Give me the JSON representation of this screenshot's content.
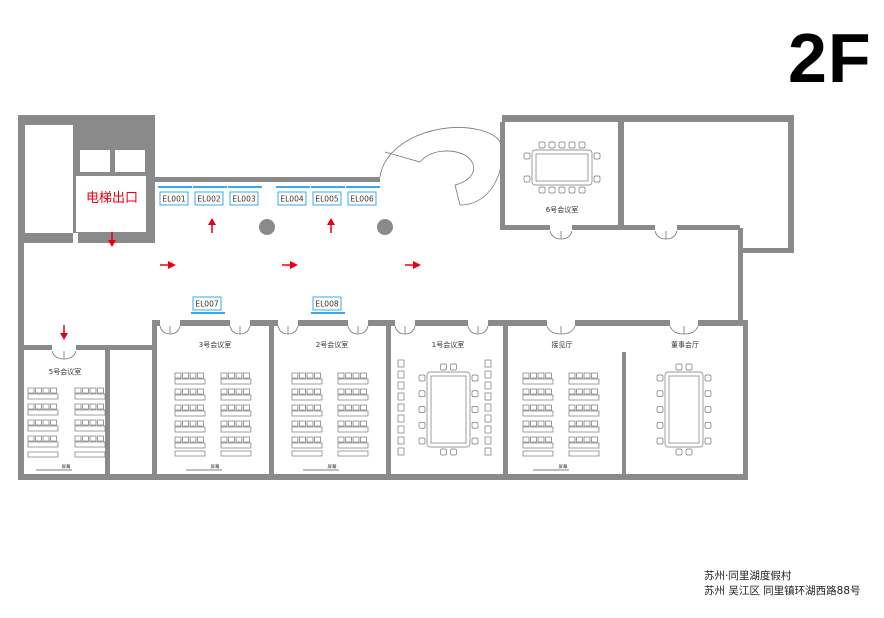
{
  "floor": "2F",
  "elevator_exit": "电梯出口",
  "rooms": {
    "r5": "5号会议室",
    "r3": "3号会议室",
    "r2": "2号会议室",
    "r1": "1号会议室",
    "reception": "接见厅",
    "board": "董事会厅",
    "r6": "6号会议室"
  },
  "screen_label": "屏幕",
  "equipment": [
    "EL001",
    "EL002",
    "EL003",
    "EL004",
    "EL005",
    "EL006",
    "EL007",
    "EL008"
  ],
  "footer": {
    "line1": "苏州·同里湖度假村",
    "line2": "苏州 吴江区 同里镇环湖西路88号"
  },
  "colors": {
    "wall": "#8a8a8a",
    "arrow": "#e60012",
    "equipment": "#3aa8e6"
  }
}
